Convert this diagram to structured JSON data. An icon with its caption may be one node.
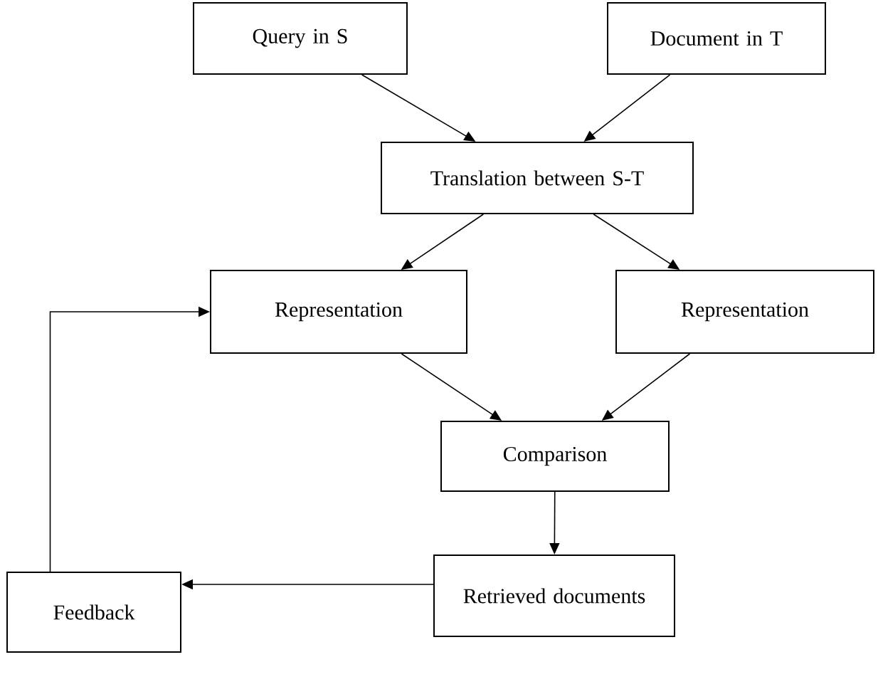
{
  "diagram": {
    "nodes": [
      {
        "text": [
          "Query in S"
        ]
      },
      {
        "text": [
          "Document in T"
        ]
      },
      {
        "text": [
          "Translation between S-T"
        ]
      },
      {
        "text": [
          "Representation"
        ]
      },
      {
        "text": [
          "Representation"
        ]
      },
      {
        "text": [
          "Comparison"
        ]
      },
      {
        "text": [
          "Retrieved documents"
        ]
      },
      {
        "text": [
          "Feedback"
        ]
      }
    ],
    "edges": [
      {
        "from": 0,
        "to": 2,
        "arrow": "to"
      },
      {
        "from": 1,
        "to": 2,
        "arrow": "to"
      },
      {
        "from": 2,
        "to": 3,
        "arrow": "to"
      },
      {
        "from": 2,
        "to": 4,
        "arrow": "to"
      },
      {
        "from": 3,
        "to": 5,
        "arrow": "to"
      },
      {
        "from": 4,
        "to": 5,
        "arrow": "to"
      },
      {
        "from": 5,
        "to": 6,
        "arrow": "to"
      },
      {
        "from": 6,
        "to": 7,
        "arrow": "to"
      },
      {
        "from": 7,
        "to": 3,
        "arrow": "to"
      }
    ]
  }
}
